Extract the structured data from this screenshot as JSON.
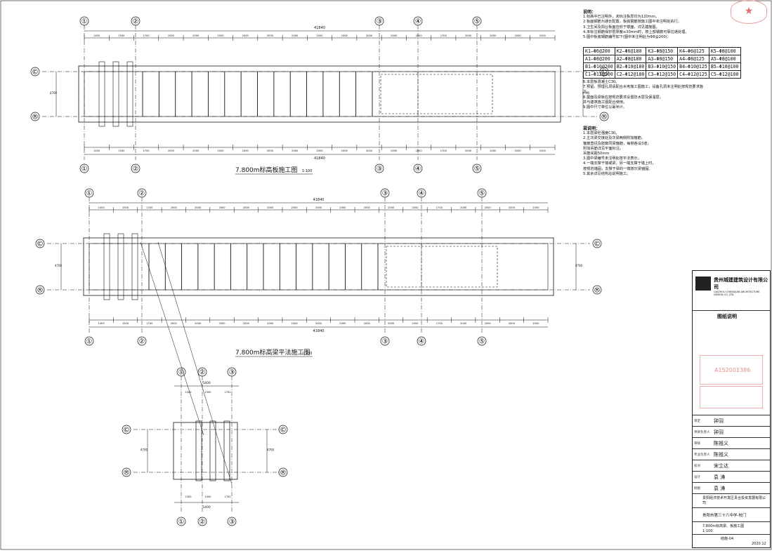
{
  "drawing": {
    "title_slab": "7.800m标高板施工图",
    "title_beam": "7.800m标高梁平法施工图",
    "scale": "1:100",
    "axes_x": [
      "①",
      "②",
      "③",
      "④",
      "⑤"
    ],
    "axes_y": [
      "©",
      "®"
    ],
    "total_dim": "41840",
    "span_dims": [
      "1400",
      "1500",
      "1700",
      "2000",
      "2000",
      "2000",
      "2000",
      "2000",
      "2000",
      "2000",
      "2000",
      "2000",
      "2000",
      "2000",
      "1700",
      "2000",
      "2000",
      "2000",
      "2000"
    ],
    "bay_depth": "4700",
    "detail_width": "5400",
    "detail_dims": [
      "2300",
      "1500",
      "1700"
    ]
  },
  "notes": {
    "heading": "说明：",
    "items": [
      "1.标高中已注明外，未标注板厚均为120mm。",
      "2.板面钢筋为通长配置，板底钢筋按施工图中未注明处执行。",
      "3.卫生间及阳台板面应低于楼面，详见建施图。",
      "4.未标注钢筋保护层厚度≤30mm时，按上部钢筋可靠拉通处理。",
      "5.图中板底钢筋编号如下(图中未注明处为Φ8@200)："
    ],
    "rebar_table": [
      [
        "K1—Φ6@200",
        "K2—Φ6@180",
        "K3—Φ8@150",
        "K4—Φ6@125",
        "K5—Φ8@100"
      ],
      [
        "A1—Φ8@200",
        "A2—Φ8@180",
        "A3—Φ8@150",
        "A4—Φ8@125",
        "A5—Φ8@100"
      ],
      [
        "B1—Φ10@200",
        "B2—Φ10@180",
        "B3—Φ10@150",
        "B4—Φ10@125",
        "B5—Φ10@100"
      ],
      [
        "C1—Φ12@200",
        "C2—Φ12@180",
        "C3—Φ12@150",
        "C4—Φ12@125",
        "C5—Φ12@100"
      ]
    ],
    "after_table": [
      "6.本层板混凝土C30。",
      "7.预留、预埋孔洞请配合水电施工图施工，设备孔洞未注明处按规范要求施工。",
      "8.屋面及梁板应按规范要求设置防水层及保温层，",
      "  并与建筑施工图配合使用。",
      "9.图中尺寸单位以毫米计。"
    ],
    "beam_heading": "梁说明：",
    "beam_items": [
      "1.本层梁砼强度C30。",
      "2.主次梁交接处及次梁两侧附加箍筋，",
      "  箍筋直径及肢数同梁箍筋，每侧各设3道；",
      "  附加吊筋详见平面标注。",
      "  吊筋间距50mm",
      "3.图中梁编号未注明处按平法表示。",
      "4.一端支撑于墙或梁，另一端支撑于墙上时，",
      "  按规范锚固，支撑于梁的一端按次梁锚固。",
      "5.其余详见结构总说明施工。"
    ]
  },
  "title_block": {
    "company": "贵州城建建筑设计有限公司",
    "company_en": "GUIZHOU CHENGJIAN ARCHITECTURE DESIGN CO.,LTD.",
    "section": "图纸说明",
    "roles": [
      {
        "label": "审定",
        "name": "钟羽"
      },
      {
        "label": "项目负责人",
        "name": "钟羽"
      },
      {
        "label": "审核",
        "name": "陈祖义"
      },
      {
        "label": "专业负责人",
        "name": "陈祖义"
      },
      {
        "label": "校对",
        "name": "宋立达"
      },
      {
        "label": "设计",
        "name": "袁 涛"
      },
      {
        "label": "制图",
        "name": "袁 涛"
      }
    ],
    "client": "贵阳经济技术开发区贵合投资发展有限公司",
    "project": "贵阳市第三十六中学-校门",
    "drawing_name": "7.800m标高梁、板施工图",
    "scale": "1:100",
    "drawing_no": "结施-04",
    "date": "2020.12",
    "stamp_code": "A152001386"
  }
}
